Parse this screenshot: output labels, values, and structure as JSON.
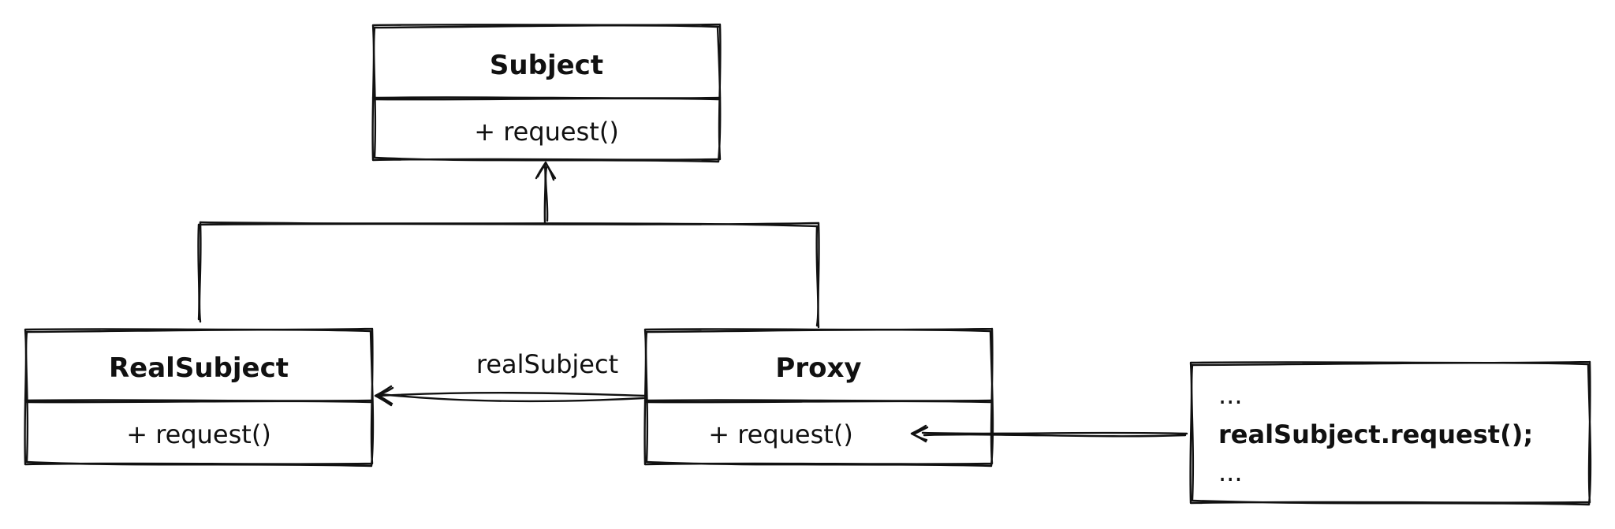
{
  "classes": {
    "subject": {
      "name": "Subject",
      "method": "+ request()"
    },
    "real_subject": {
      "name": "RealSubject",
      "method": "+ request()"
    },
    "proxy": {
      "name": "Proxy",
      "method": "+ request()"
    }
  },
  "association": {
    "label": "realSubject"
  },
  "note": {
    "line1": "...",
    "line2": "realSubject.request();",
    "line3": "..."
  }
}
